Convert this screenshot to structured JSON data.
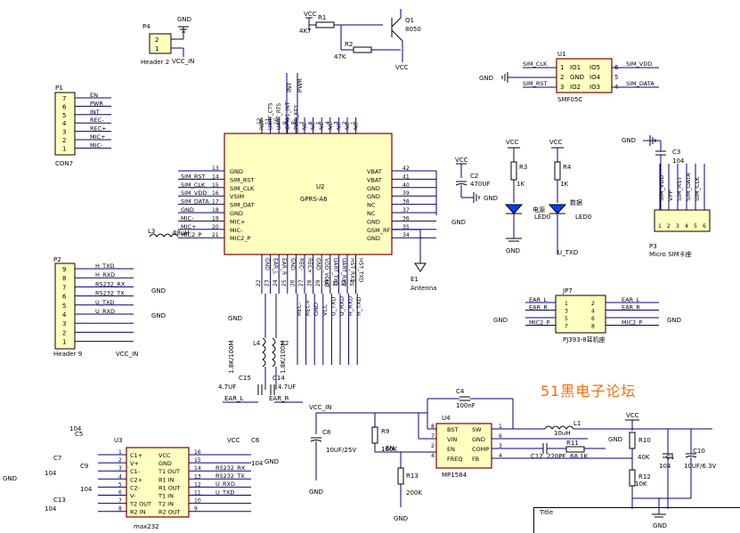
{
  "watermark": "51黑电子论坛",
  "title_block": {
    "label": "Title"
  },
  "power_labels": {
    "gnd": "GND",
    "vcc": "VCC",
    "vcc_in": "VCC_IN"
  },
  "p4": {
    "ref": "P4",
    "name": "Header 2",
    "pins": [
      "2",
      "1"
    ]
  },
  "q1": {
    "ref": "Q1",
    "part": "8050",
    "r1": "R1",
    "r1v": "4K7",
    "r2": "R2",
    "r2v": "47K"
  },
  "u1": {
    "ref": "U1",
    "part": "SMF05C",
    "left_pins": [
      "IO1",
      "GND",
      "IO2"
    ],
    "right_pins": [
      "IO5",
      "IO4",
      "IO3"
    ],
    "nums_left": [
      "1",
      "2",
      "3"
    ],
    "nums_right": [
      "6",
      "5",
      "4"
    ],
    "nets_left": [
      "SIM_CLK",
      "GND",
      "SIM_RST"
    ],
    "nets_right": [
      "SIM_VDD",
      "",
      "SIM_DATA"
    ]
  },
  "p1": {
    "ref": "P1",
    "name": "CON7",
    "pins": [
      "7",
      "6",
      "5",
      "4",
      "3",
      "2",
      "1"
    ],
    "nets": [
      "EN",
      "PWR",
      "INT",
      "REC-",
      "REC+",
      "MIC+",
      "MIC-"
    ]
  },
  "u2": {
    "ref": "U2",
    "part": "GPRS-A6",
    "left_pins": [
      "GND",
      "SIM_RST",
      "SIM_CLK",
      "VSIM",
      "SIM_DAT",
      "GND",
      "MIC+",
      "MIC-",
      "MIC2_P"
    ],
    "left_nums": [
      "13",
      "14",
      "15",
      "16",
      "17",
      "18",
      "19",
      "20",
      "21"
    ],
    "left_nets": [
      "",
      "SIM_RST",
      "SIM_CLK",
      "SIM_VDD",
      "SIM_DATA",
      "GND",
      "MIC-",
      "MIC+",
      "MIC2_P"
    ],
    "right_pins": [
      "VBAT",
      "VBAT",
      "GND",
      "GND",
      "NC",
      "NC",
      "GND",
      "GSM_RF",
      "GND"
    ],
    "right_nums": [
      "42",
      "41",
      "40",
      "39",
      "38",
      "37",
      "36",
      "35",
      "34"
    ],
    "top_pins": [
      "RST",
      "UART_CTS",
      "UART_RTS",
      "GPIO1_INT",
      "PWR_KEY",
      "NC",
      "NC",
      "NC",
      "NC",
      "NC",
      "NC",
      "NC"
    ],
    "top_nums": [
      "12",
      "11",
      "10",
      "9",
      "8",
      "7",
      "6",
      "5",
      "4",
      "3",
      "2",
      "1"
    ],
    "top_nets": [
      "INT",
      "PWR"
    ],
    "bottom_pins": [
      "GND",
      "EAR_L",
      "EAR_R",
      "GND",
      "REC-",
      "REC+",
      "GND",
      "VDD_VOUT",
      "UART_TXD",
      "UART_RXD",
      "HST_RXD",
      "HST_TXD"
    ],
    "bottom_nums": [
      "22",
      "23",
      "24",
      "25",
      "26",
      "27",
      "28",
      "29",
      "30",
      "31",
      "32",
      "33"
    ],
    "bottom_nets": [
      "REC-",
      "REC+",
      "GND",
      "VCC",
      "U_TXD",
      "U_RXD",
      "H_RXD",
      "H_TXD"
    ]
  },
  "c2": {
    "ref": "C2",
    "value": "470UF"
  },
  "e1": {
    "ref": "E1",
    "name": "Antenna"
  },
  "l3": {
    "ref": "L3",
    "value": "68uH"
  },
  "leds": {
    "r3": "R3",
    "r3v": "1K",
    "r4": "R4",
    "r4v": "1K",
    "led1": "LED0",
    "led1_label": "电源",
    "led2": "LED0",
    "led2_label": "数据",
    "net": "U_TXD"
  },
  "c3": {
    "ref": "C3",
    "value": "104"
  },
  "p3": {
    "ref": "P3",
    "name": "Micro SIM卡座",
    "pins": [
      "1",
      "2",
      "3",
      "4",
      "5",
      "6"
    ],
    "nets": [
      "SIM_VDD",
      "VPP",
      "SIM_RST",
      "SIM_DATA",
      "SIM_CLK",
      ""
    ]
  },
  "p2": {
    "ref": "P2",
    "name": "Header 9",
    "pins": [
      "9",
      "8",
      "7",
      "6",
      "5",
      "4",
      "3",
      "2",
      "1"
    ],
    "nets": [
      "H_TXD",
      "H_RXD",
      "RS232_RX",
      "RS232_TX",
      "U_TXD",
      "U_RXD",
      ""
    ]
  },
  "jp7": {
    "ref": "JP7",
    "name": "PJ393-8耳机座",
    "left_nums": [
      "1",
      "3",
      "5",
      "7"
    ],
    "right_nums": [
      "2",
      "4",
      "6",
      "8"
    ],
    "left_nets": [
      "EAR_L",
      "EAR_R",
      "",
      "MIC2_P"
    ],
    "right_nets": [
      "EAR_L",
      "EAR_R",
      "",
      "MIC2_P"
    ]
  },
  "ear_filters": {
    "l4": "L4",
    "l4v": "1.8K/100M",
    "l2": "L2",
    "l2v": "1.8K/100M",
    "c15": "C15",
    "c15v": "4.7UF",
    "c14": "C14",
    "c14v": "4.7UF",
    "nets": [
      "EAR_L",
      "EAR_R"
    ]
  },
  "u3": {
    "ref": "U3",
    "part": "max232",
    "left_pins": [
      "C1+",
      "V+",
      "C1-",
      "C2+",
      "C2-",
      "V-",
      "T2 OUT",
      "R2 IN"
    ],
    "left_nums": [
      "1",
      "2",
      "3",
      "4",
      "5",
      "6",
      "7",
      "8"
    ],
    "right_pins": [
      "VCC",
      "GND",
      "T1 OUT",
      "R1 IN",
      "R1 OUT",
      "T1 IN",
      "T2 IN",
      "R2 OUT"
    ],
    "right_nums": [
      "16",
      "15",
      "14",
      "13",
      "12",
      "11",
      "10",
      "9"
    ],
    "right_nets": [
      "RS232_RX",
      "RS232_TX",
      "U_RXD",
      "U_TXD"
    ],
    "caps": [
      {
        "ref": "C5",
        "v": "104"
      },
      {
        "ref": "C7",
        "v": "104"
      },
      {
        "ref": "C9",
        "v": "104"
      },
      {
        "ref": "C13",
        "v": "104"
      },
      {
        "ref": "C6",
        "v": "104"
      }
    ]
  },
  "u4": {
    "ref": "U4",
    "part": "MP1584",
    "left_pins": [
      "BST",
      "VIN",
      "EN",
      "FREQ"
    ],
    "left_nums": [
      "8",
      "7",
      "2",
      "4"
    ],
    "right_pins": [
      "SW",
      "GND",
      "COMP",
      "FB"
    ],
    "right_nums": [
      "1",
      "6",
      "3",
      "4"
    ],
    "c4": "C4",
    "c4v": "100nF",
    "l1": "L1",
    "l1v": "10uH",
    "c8": "C8",
    "c8v": "10UF/25V",
    "r9": "R9",
    "r9v": "100K",
    "r13": "R13",
    "r13v": "200K",
    "r11": "R11",
    "r11v": "68.1K",
    "c12": "C12",
    "c12v": "220PF",
    "r10": "R10",
    "r10v": "40K",
    "r12": "R12",
    "r12v": "10K",
    "c1": "C1",
    "c1v": "104",
    "c10": "C10",
    "c10v": "10UF/6.3V",
    "en": "EN"
  }
}
